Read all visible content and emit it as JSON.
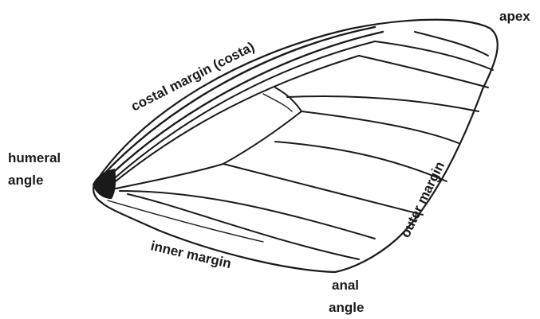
{
  "labels": {
    "apex": "apex",
    "costal_margin": "costal margin (costa)",
    "humeral_angle_line1": "humeral",
    "humeral_angle_line2": "angle",
    "outer_margin": "outer margin",
    "inner_margin": "inner margin",
    "anal_angle_line1": "anal",
    "anal_angle_line2": "angle"
  },
  "colors": {
    "ink": "#1a1a1a",
    "background": "#ffffff"
  }
}
